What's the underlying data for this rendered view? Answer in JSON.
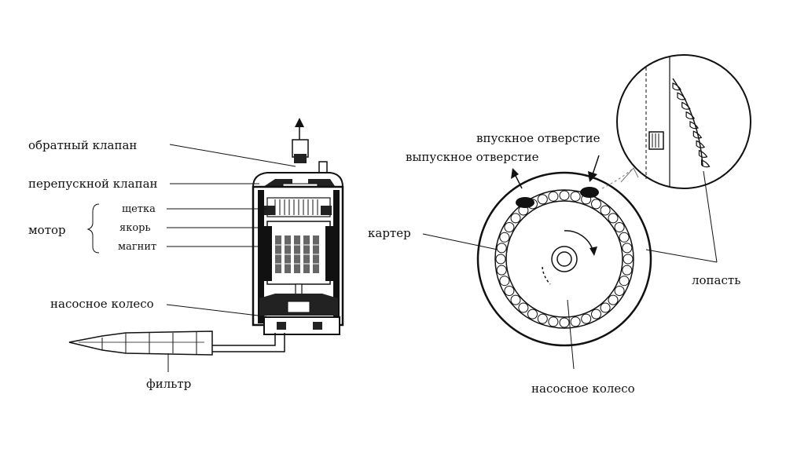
{
  "left_diagram": {
    "labels": {
      "check_valve": "обратный клапан",
      "bypass_valve": "перепускной клапан",
      "motor": "мотор",
      "brush": "щетка",
      "armature": "якорь",
      "magnet": "магнит",
      "impeller": "насосное колесо",
      "filter": "фильтр"
    }
  },
  "right_diagram": {
    "labels": {
      "inlet": "впускное отверстие",
      "outlet": "выпускное отверстие",
      "housing": "картер",
      "blade": "лопасть",
      "impeller": "насосное колесо"
    }
  }
}
